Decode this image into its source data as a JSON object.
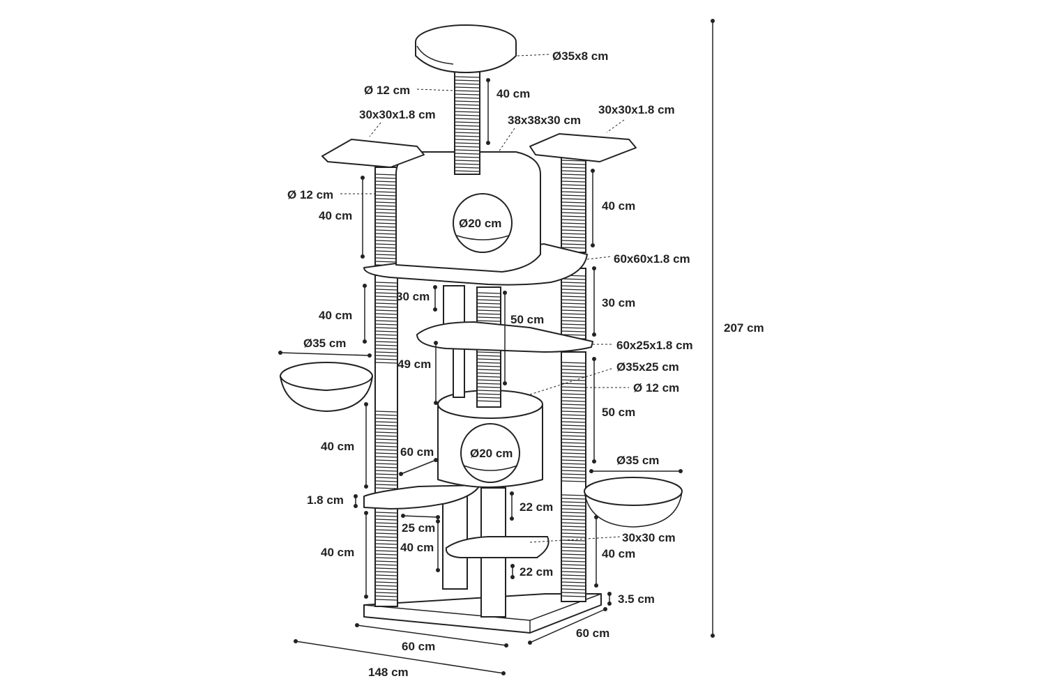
{
  "colors": {
    "ink": "#222222",
    "background": "#ffffff"
  },
  "labels": {
    "top_bed": "Ø35x8 cm",
    "top_post_diameter": "Ø 12 cm",
    "top_post_height": "40 cm",
    "left_platform": "30x30x1.8 cm",
    "right_platform": "30x30x1.8 cm",
    "cube_house": "38x38x30 cm",
    "left_post_diameter": "Ø 12 cm",
    "left_upper_post": "40 cm",
    "cube_opening": "Ø20 cm",
    "right_upper_post": "40 cm",
    "big_platform": "60x60x1.8 cm",
    "left_mid_post": "40 cm",
    "small_gap": "30 cm",
    "right_mid_post": "30 cm",
    "center_post": "50 cm",
    "left_basket_diameter": "Ø35 cm",
    "mid_platform": "60x25x1.8 cm",
    "barrel_house": "Ø35x25 cm",
    "right_post_diameter": "Ø 12 cm",
    "mid_gap": "49 cm",
    "right_lower_post": "50 cm",
    "left_lower_post": "40 cm",
    "step_width": "60 cm",
    "barrel_opening": "Ø20 cm",
    "right_basket_diameter": "Ø35 cm",
    "step_thickness": "1.8 cm",
    "upper_short_post": "22 cm",
    "step_depth": "25 cm",
    "lower_gap": "40 cm",
    "small_step": "30x30 cm",
    "left_bottom_post": "40 cm",
    "right_bottom_post": "40 cm",
    "lower_short_post": "22 cm",
    "base_thickness": "3.5 cm",
    "base_width": "60 cm",
    "base_depth": "60 cm",
    "total_width": "148 cm",
    "total_height": "207 cm"
  }
}
